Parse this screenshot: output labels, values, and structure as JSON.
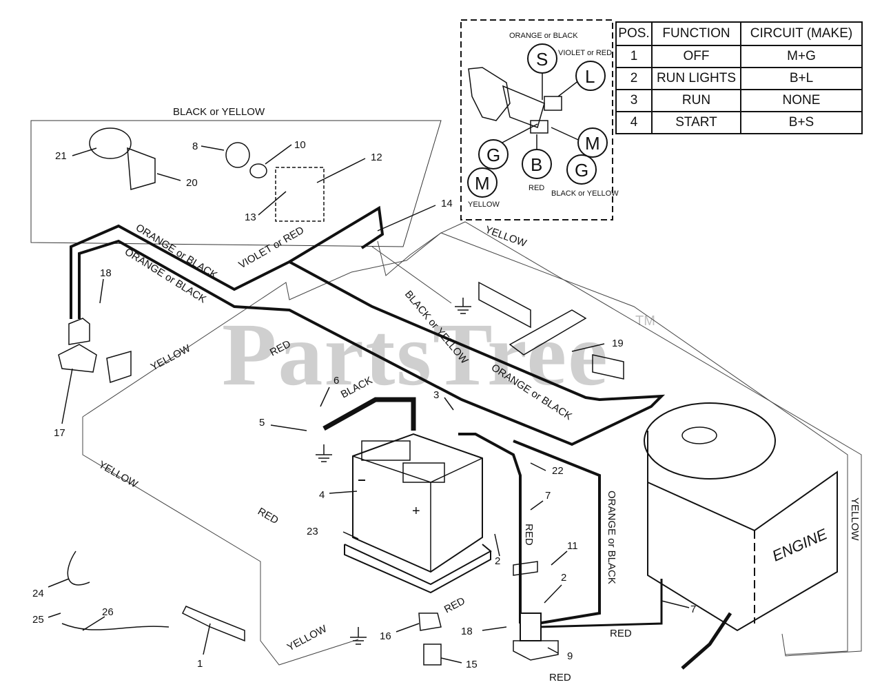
{
  "watermark": {
    "text": "PartsTree",
    "tm": "TM"
  },
  "wire_labels": {
    "black_or_yellow_top": "BLACK or YELLOW",
    "orange_or_black_1": "ORANGE or BLACK",
    "orange_or_black_2": "ORANGE or BLACK",
    "violet_or_red": "VIOLET or RED",
    "yellow_top_right": "YELLOW",
    "black_or_yellow_mid": "BLACK or YELLOW",
    "yellow_left_mid": "YELLOW",
    "red_mid": "RED",
    "black_cable": "BLACK",
    "orange_or_black_right": "ORANGE or BLACK",
    "yellow_left": "YELLOW",
    "red_left": "RED",
    "red_vertical": "RED",
    "orange_or_black_vertical": "ORANGE or BLACK",
    "yellow_vertical_right": "YELLOW",
    "red_bottom_mid": "RED",
    "red_solenoid": "RED",
    "red_bottom": "RED",
    "yellow_bottom": "YELLOW",
    "engine": "ENGINE"
  },
  "inset": {
    "orange_or_black": "ORANGE or BLACK",
    "violet_or_red": "VIOLET or RED",
    "red": "RED",
    "yellow": "YELLOW",
    "black_or_yellow": "BLACK or YELLOW",
    "terminals": {
      "s": "S",
      "l": "L",
      "g1": "G",
      "b": "B",
      "m1": "M",
      "g2": "G",
      "m2": "M"
    }
  },
  "table": {
    "headers": [
      "POS.",
      "FUNCTION",
      "CIRCUIT  (MAKE)"
    ],
    "rows": [
      [
        "1",
        "OFF",
        "M+G"
      ],
      [
        "2",
        "RUN LIGHTS",
        "B+L"
      ],
      [
        "3",
        "RUN",
        "NONE"
      ],
      [
        "4",
        "START",
        "B+S"
      ]
    ]
  },
  "callouts": {
    "c1": "1",
    "c2a": "2",
    "c2b": "2",
    "c3": "3",
    "c4": "4",
    "c5": "5",
    "c6": "6",
    "c7a": "7",
    "c7b": "7",
    "c8": "8",
    "c9": "9",
    "c10": "10",
    "c11": "11",
    "c12": "12",
    "c13": "13",
    "c14": "14",
    "c15": "15",
    "c16": "16",
    "c17": "17",
    "c18a": "18",
    "c18b": "18",
    "c19": "19",
    "c20": "20",
    "c21": "21",
    "c22": "22",
    "c23": "23",
    "c24": "24",
    "c25": "25",
    "c26": "26"
  }
}
